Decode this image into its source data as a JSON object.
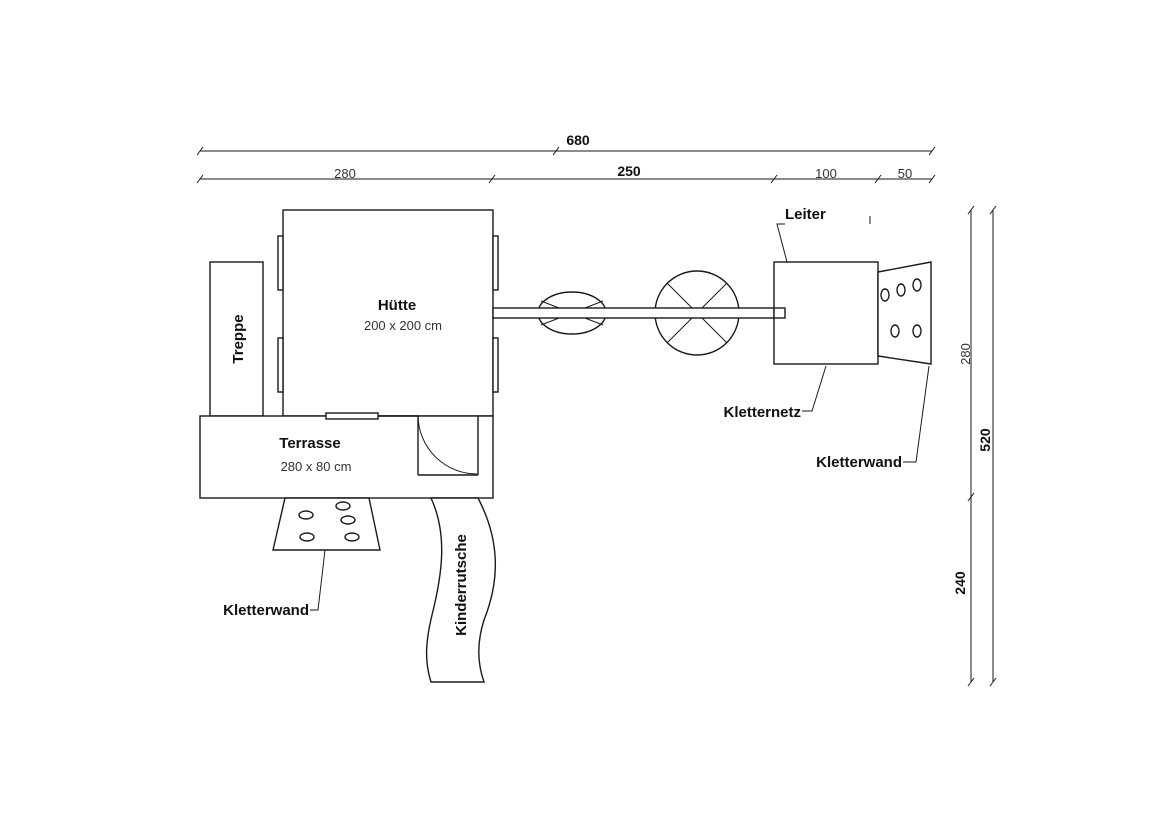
{
  "labels": {
    "huette": "Hütte",
    "huette_size": "200 x 200 cm",
    "treppe": "Treppe",
    "terrasse": "Terrasse",
    "terrasse_size": "280 x 80 cm",
    "leiter": "Leiter",
    "kletternetz": "Kletternetz",
    "kletterwand_right": "Kletterwand",
    "kletterwand_left": "Kletterwand",
    "kinderrutsche": "Kinderrutsche"
  },
  "dimensions": {
    "total_width": "680",
    "seg_1": "280",
    "seg_2": "250",
    "seg_3": "100",
    "seg_4": "50",
    "height_upper": "280",
    "height_lower": "240",
    "total_height": "520"
  }
}
